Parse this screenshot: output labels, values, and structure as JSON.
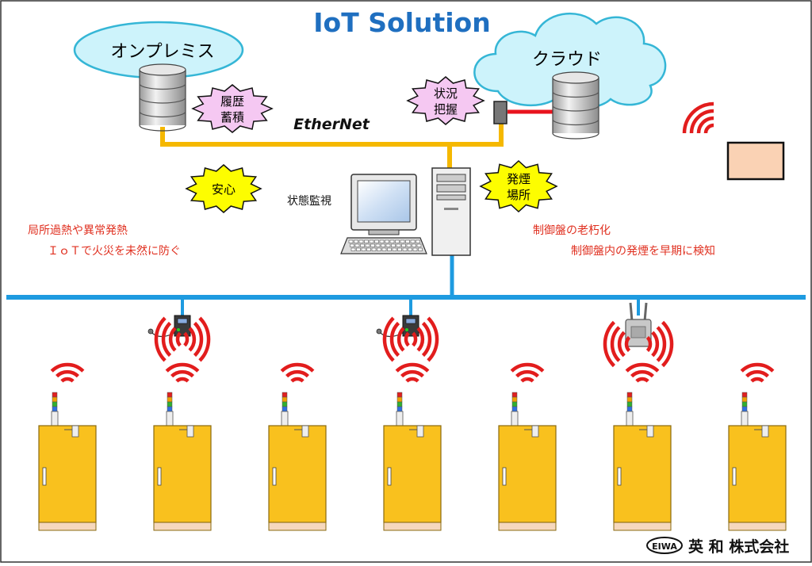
{
  "title": "IoT Solution",
  "onpremise": {
    "label": "オンプレミス"
  },
  "cloud": {
    "label": "クラウド"
  },
  "ethernet_label": "EtherNet",
  "bursts": {
    "history": [
      "履歴",
      "蓄積"
    ],
    "status": [
      "状況",
      "把握"
    ],
    "anshin": [
      "安心"
    ],
    "smoke_location": [
      "発煙",
      "場所"
    ]
  },
  "monitor_label": "状態監視",
  "left_notes": [
    "局所過熱や異常発熱",
    "ＩｏＴで火災を未然に防ぐ"
  ],
  "right_notes": [
    "制御盤の老朽化",
    "制御盤内の発煙を早期に検知"
  ],
  "company": {
    "logo_text": "EIWA",
    "name": "英 和 株式会社"
  },
  "colors": {
    "title": "#1f6fc0",
    "ethernet_line": "#f5b800",
    "lan_line": "#1e9be0",
    "cloud_fill": "#cdf3fb",
    "cloud_stroke": "#35b6d6",
    "cabinet_fill": "#f9c11e",
    "cabinet_stroke": "#8a6a10",
    "cabinet_base": "#f6d8bd",
    "wifi_red": "#e21d1d",
    "burst_pink": "#f5c8f2",
    "burst_yellow": "#fdfd00",
    "note_red": "#e03020",
    "cloud_link_red": "#e8141e",
    "tablet_fill": "#fad2b4"
  },
  "cabinet_count": 7
}
